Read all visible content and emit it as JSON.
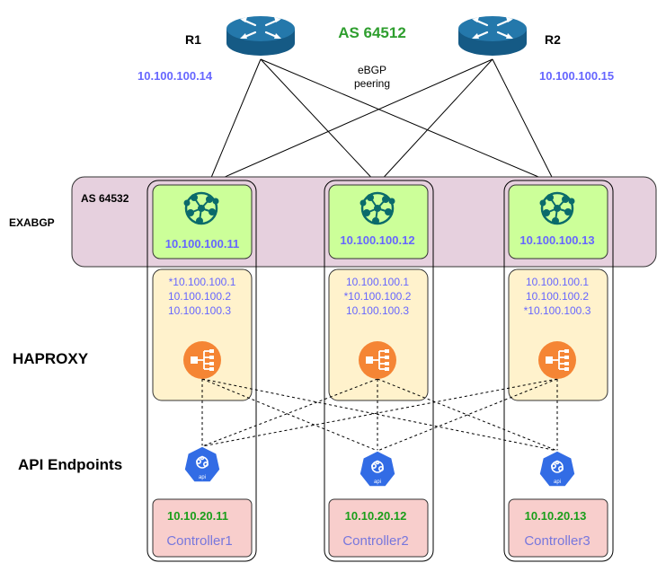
{
  "routers": [
    {
      "name": "R1",
      "ip": "10.100.100.14"
    },
    {
      "name": "R2",
      "ip": "10.100.100.15"
    }
  ],
  "as_top": "AS 64512",
  "peering": [
    "eBGP",
    "peering"
  ],
  "exabgp": {
    "label": "EXABGP",
    "as": "AS 64532"
  },
  "haproxy_label": "HAPROXY",
  "api_label": "API Endpoints",
  "nodes": [
    {
      "exabgp_ip": "10.100.100.11",
      "vips": [
        "*10.100.100.1",
        "10.100.100.2",
        "10.100.100.3"
      ],
      "ctrl_ip": "10.10.20.11",
      "ctrl_name": "Controller1",
      "api_icon_text": "api"
    },
    {
      "exabgp_ip": "10.100.100.12",
      "vips": [
        "10.100.100.1",
        "*10.100.100.2",
        "10.100.100.3"
      ],
      "ctrl_ip": "10.10.20.12",
      "ctrl_name": "Controller2",
      "api_icon_text": "api"
    },
    {
      "exabgp_ip": "10.100.100.13",
      "vips": [
        "10.100.100.1",
        "10.100.100.2",
        "*10.100.100.3"
      ],
      "ctrl_ip": "10.10.20.13",
      "ctrl_name": "Controller3",
      "api_icon_text": "api"
    }
  ],
  "colors": {
    "router_body": "#1f6b9a",
    "as_green": "#2e9e2e",
    "ip_blue": "#6666ff",
    "exabgp_band": "#e6d0de",
    "exabgp_node": "#ccff99",
    "haproxy_box": "#fff2cc",
    "haproxy_icon": "#f58534",
    "api_icon": "#326ce5",
    "ctrl_box": "#f8cecc",
    "ctrl_ip": "#1a9e1a",
    "ctrl_name": "#7777dd",
    "network_icon": "#0b6b6b"
  }
}
